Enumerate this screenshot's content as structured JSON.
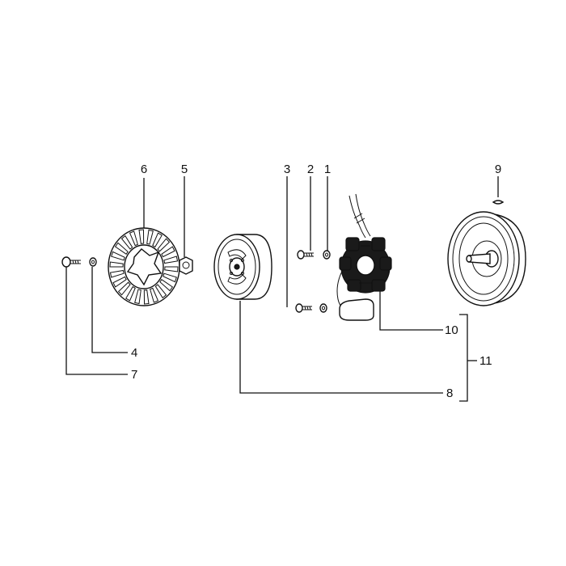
{
  "labels": {
    "l1": "1",
    "l2": "2",
    "l3": "3",
    "l4": "4",
    "l5": "5",
    "l6": "6",
    "l7": "7",
    "l8": "8",
    "l9": "9",
    "l10": "10",
    "l11": "11"
  },
  "parts": [
    {
      "ref": "1",
      "icon": "washer-icon"
    },
    {
      "ref": "2",
      "icon": "screw-icon"
    },
    {
      "ref": "3",
      "icon": "screw-icon"
    },
    {
      "ref": "4",
      "icon": "washer-icon"
    },
    {
      "ref": "5",
      "icon": "nut-icon"
    },
    {
      "ref": "6",
      "icon": "cooling-fan-icon"
    },
    {
      "ref": "7",
      "icon": "screw-icon"
    },
    {
      "ref": "8",
      "icon": "flywheel-rotor-icon"
    },
    {
      "ref": "9",
      "icon": "key-icon"
    },
    {
      "ref": "10",
      "icon": "stator-icon"
    },
    {
      "ref": "11",
      "icon": "magneto-assembly-bracket"
    }
  ]
}
